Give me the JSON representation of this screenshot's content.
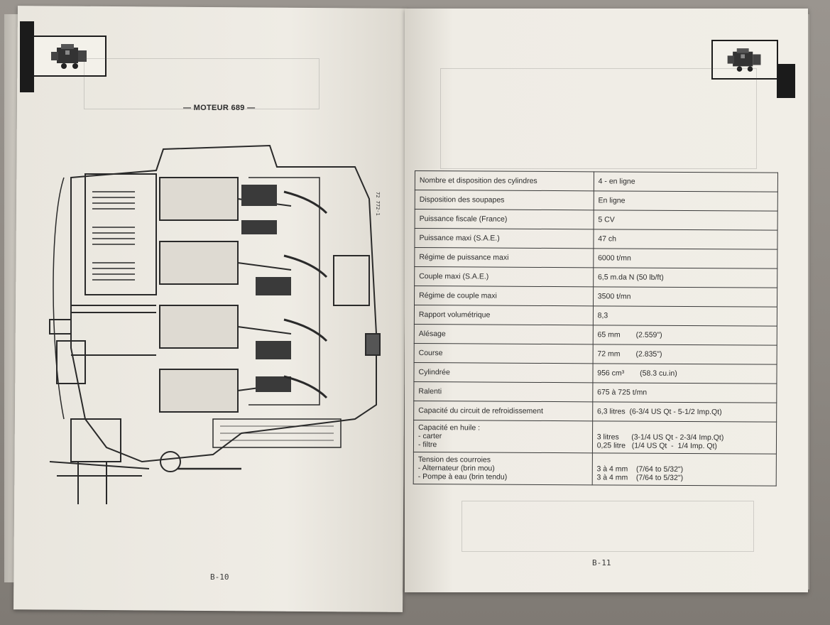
{
  "left_page": {
    "drawing_title": "— MOTEUR 689 —",
    "drawing_ref": "72 772-1",
    "page_number": "B-10",
    "logo_icon": "engine-icon"
  },
  "right_page": {
    "page_number": "B-11",
    "logo_icon": "engine-icon",
    "specs": [
      {
        "label": "Nombre et disposition des cylindres",
        "value": "4 - en ligne"
      },
      {
        "label": "Disposition des soupapes",
        "value": "En ligne"
      },
      {
        "label": "Puissance fiscale (France)",
        "value": "5 CV"
      },
      {
        "label": "Puissance maxi (S.A.E.)",
        "value": "47 ch"
      },
      {
        "label": "Régime de puissance maxi",
        "value": "6000 t/mn"
      },
      {
        "label": "Couple maxi (S.A.E.)",
        "value": "6,5 m.da N (50 lb/ft)"
      },
      {
        "label": "Régime de couple maxi",
        "value": "3500 t/mn"
      },
      {
        "label": "Rapport volumétrique",
        "value": "8,3"
      },
      {
        "label": "Alésage",
        "value": "65 mm",
        "value2": "(2.559\")"
      },
      {
        "label": "Course",
        "value": "72 mm",
        "value2": "(2.835\")"
      },
      {
        "label": "Cylindrée",
        "value": "956 cm³",
        "value2": "(58.3 cu.in)"
      },
      {
        "label": "Ralenti",
        "value": "675 à 725 t/mn"
      },
      {
        "label": "Capacité du circuit de refroidissement",
        "value": "6,3 litres  (6-3/4 US Qt - 5-1/2 Imp.Qt)"
      }
    ],
    "oil": {
      "title": "Capacité en huile :",
      "line1": "- carter",
      "line2": "- filtre",
      "value1": "3 litres      (3-1/4 US Qt - 2-3/4 Imp.Qt)",
      "value2": "0,25 litre   (1/4 US Qt  -  1/4 Imp. Qt)"
    },
    "belts": {
      "title": "Tension des courroies",
      "line1": "- Alternateur (brin mou)",
      "line2": "- Pompe à eau (brin tendu)",
      "value1": "3 à 4 mm    (7/64 to 5/32\")",
      "value2": "3 à 4 mm    (7/64 to 5/32\")"
    }
  }
}
